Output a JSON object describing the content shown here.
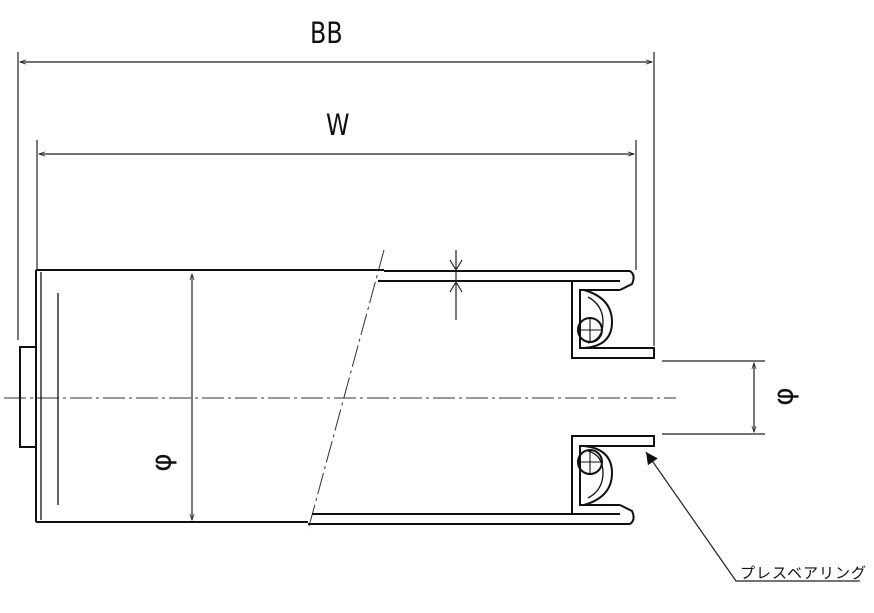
{
  "dimensions": {
    "overall_length": "BB",
    "roller_width": "W",
    "shaft_diameter_symbol": "φ",
    "roller_diameter_symbol": "φ"
  },
  "callout": {
    "text": "プレスベアリング"
  }
}
